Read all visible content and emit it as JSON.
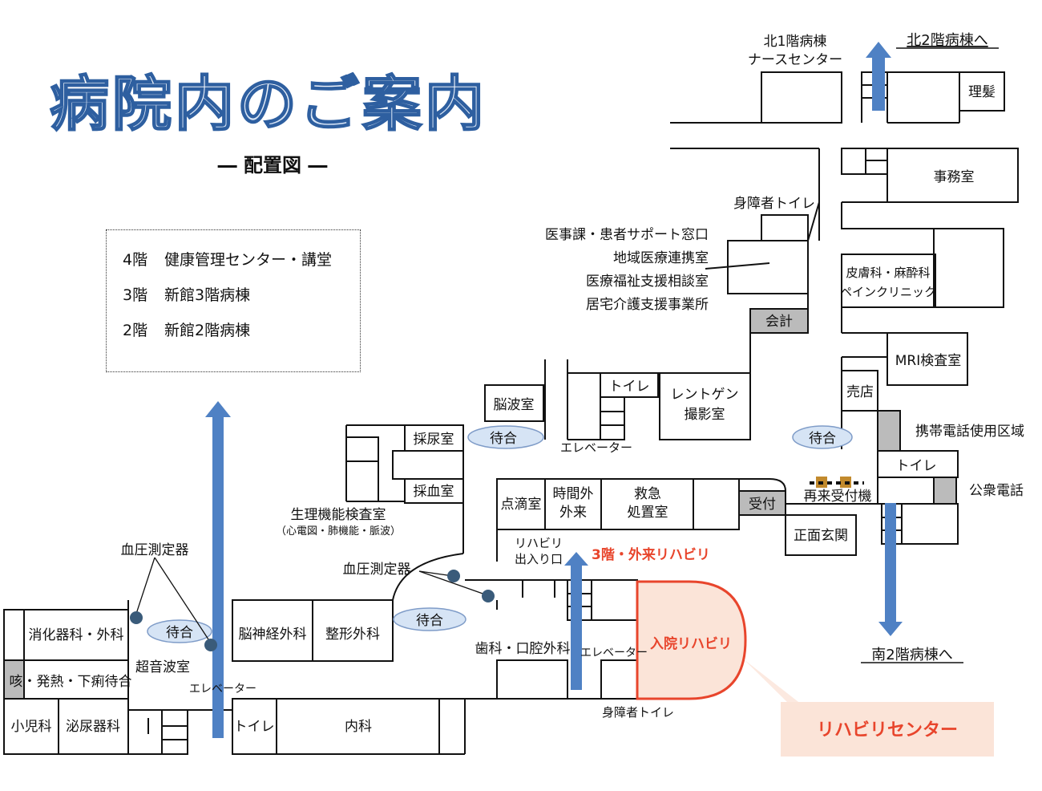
{
  "header": {
    "title": "病院内のご案内",
    "subtitle": "― 配置図 ―"
  },
  "legend": [
    {
      "floor": "4階",
      "desc": "健康管理センター・講堂"
    },
    {
      "floor": "3階",
      "desc": "新館3階病棟"
    },
    {
      "floor": "2階",
      "desc": "新館2階病棟"
    }
  ],
  "rooms": {
    "riyou": "理髪",
    "jimu": "事務室",
    "hifu": "皮膚科・麻酔科",
    "pain": "ペインクリニック",
    "mri": "MRI検査室",
    "baiten": "売店",
    "toilet_e": "トイレ",
    "kaikei": "会計",
    "toilet_c": "トイレ",
    "xray1": "レントゲン",
    "xray2": "撮影室",
    "nouha": "脳波室",
    "sainyou": "採尿室",
    "saiketsu": "採血室",
    "tenteki": "点滴室",
    "jikangai1": "時間外",
    "jikangai2": "外来",
    "kyukyu1": "救急",
    "kyukyu2": "処置室",
    "uketsuke": "受付",
    "shomen": "正面玄関",
    "shoukaki": "消化器科・外科",
    "noushinkei": "脳神経外科",
    "seikei": "整形外科",
    "seki": "咳・発熱・下痢待合",
    "shouni": "小児科",
    "hinyou": "泌尿器科",
    "toilet_w": "トイレ",
    "naika": "内科",
    "nyuin_reha": "入院リハビリ"
  },
  "labels": {
    "north1_a": "北1階病棟",
    "north1_b": "ナースセンター",
    "north2": "北2階病棟へ",
    "south2": "南2階病棟へ",
    "shinshou_top": "身障者トイレ",
    "offices": [
      "医事課・患者サポート窓口",
      "地域医療連携室",
      "医療福祉支援相談室",
      "居宅介護支援事業所"
    ],
    "elevator_center": "エレベーター",
    "keitai": "携帯電話使用区域",
    "koushu": "公衆電話",
    "saikuru": "再来受付機",
    "seiri1": "生理機能検査室",
    "seiri2": "（心電図・肺機能・脈波）",
    "ketsuatsu_left": "血圧測定器",
    "ketsuatsu_center": "血圧測定器",
    "reha_entrance1": "リハビリ",
    "reha_entrance2": "出入り口",
    "reha3": "3階・外来リハビリ",
    "shika": "歯科・口腔外科",
    "elevator_reha": "エレベーター",
    "shinshou_bottom": "身障者トイレ",
    "choonpa": "超音波室",
    "elevator_west": "エレベーター",
    "reha_center": "リハビリセンター"
  },
  "waiting": [
    "待合",
    "待合",
    "待合",
    "待合"
  ],
  "colors": {
    "title_blue": "#2e5fa0",
    "arrow_blue": "#4f81c4",
    "reha_red": "#e8452c",
    "reha_fill": "#fbe4d8",
    "waiting_fill": "#d6e4f5",
    "gray_room": "#bbbbbb"
  }
}
